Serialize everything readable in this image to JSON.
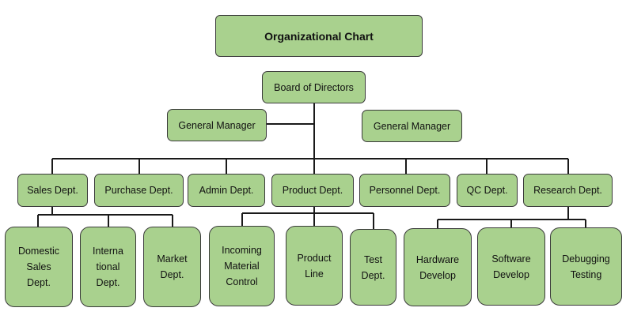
{
  "title": "Organizational Chart",
  "board": "Board of Directors",
  "general_managers": [
    "General Manager",
    "General Manager"
  ],
  "departments": [
    "Sales Dept.",
    "Purchase Dept.",
    "Admin Dept.",
    "Product Dept.",
    "Personnel Dept.",
    "QC Dept.",
    "Research Dept."
  ],
  "sales_subunits": [
    [
      "Domestic",
      "Sales",
      "Dept."
    ],
    [
      "Interna",
      "tional",
      "Dept."
    ],
    [
      "Market",
      "Dept."
    ]
  ],
  "product_subunits": [
    [
      "Incoming",
      "Material",
      "Control"
    ],
    [
      "Product",
      "Line"
    ],
    [
      "Test",
      "Dept."
    ]
  ],
  "research_subunits": [
    [
      "Hardware",
      "Develop"
    ],
    [
      "Software",
      "Develop"
    ],
    [
      "Debugging",
      "Testing"
    ]
  ],
  "colors": {
    "box_fill": "#a9d18e",
    "box_border": "#3a3a3a",
    "connector": "#1a1a1a"
  }
}
